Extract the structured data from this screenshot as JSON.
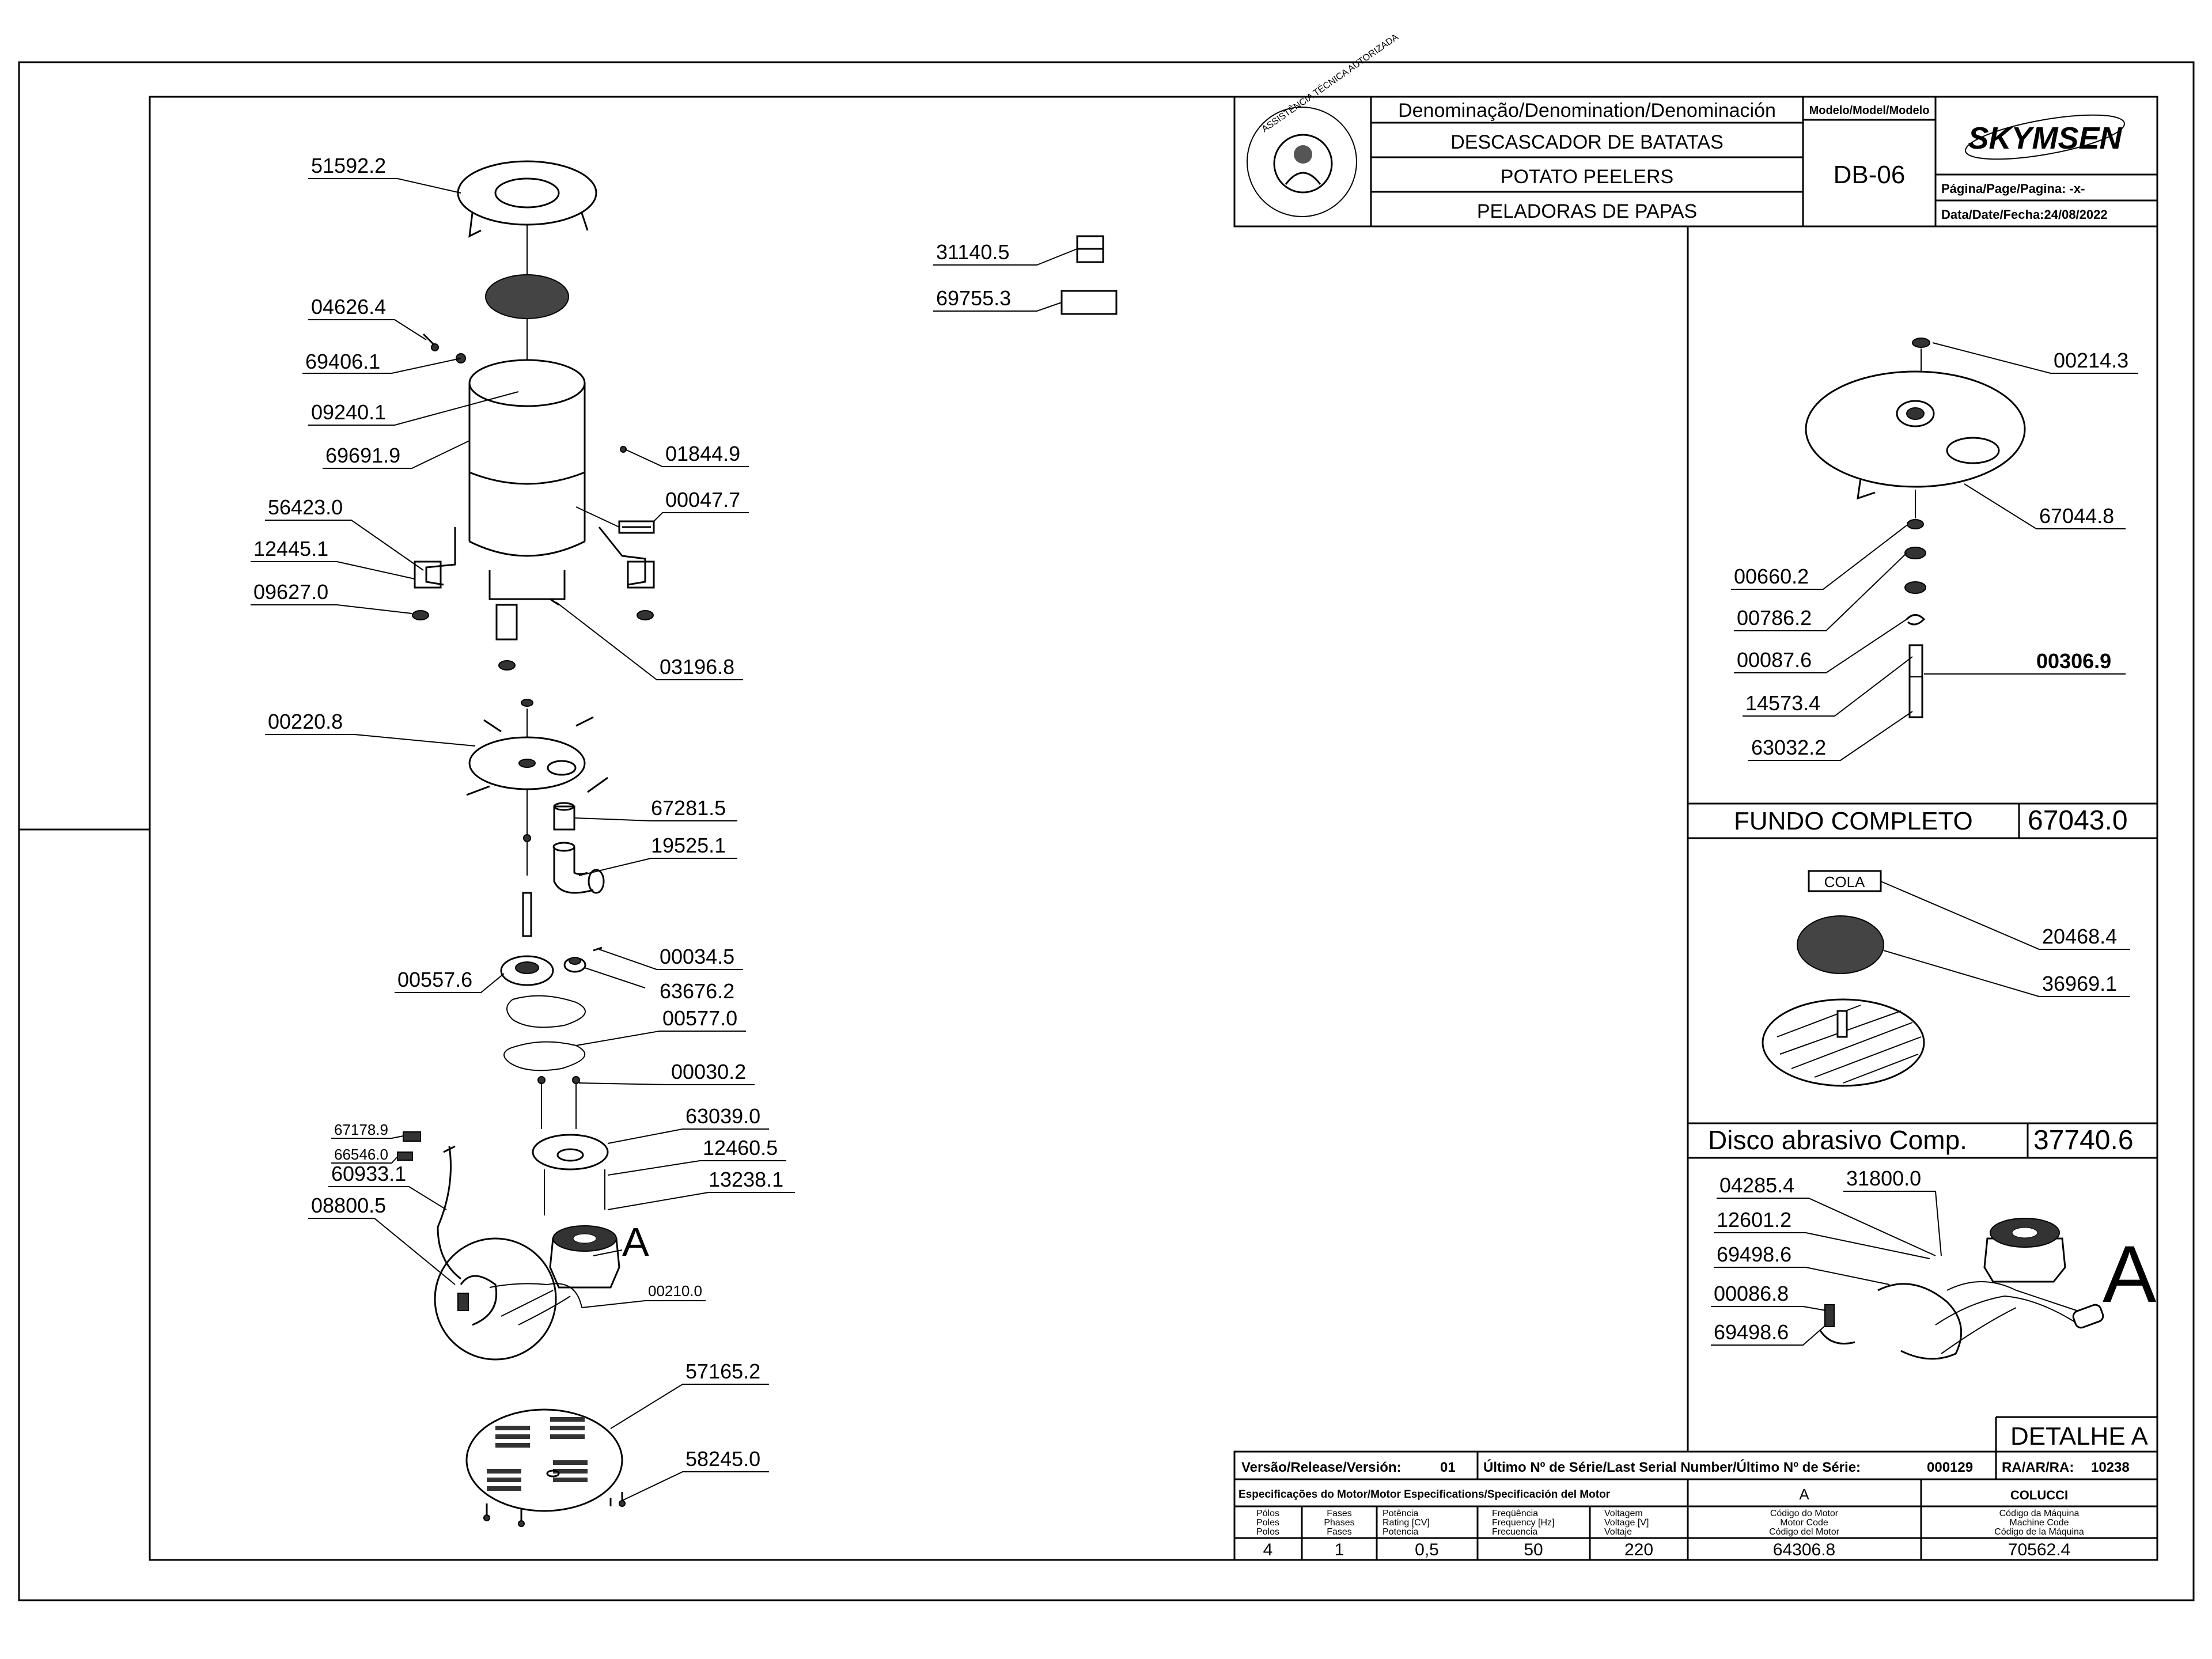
{
  "title_block": {
    "denomination_header": "Denominação/Denomination/Denominación",
    "name_pt": "DESCASCADOR DE BATATAS",
    "name_en": "POTATO PEELERS",
    "name_es": "PELADORAS DE PAPAS",
    "model_header": "Modelo/Model/Modelo",
    "model": "DB-06",
    "brand": "SKYMSEN",
    "page_label": "Página/Page/Pagina: -x-",
    "date_label": "Data/Date/Fecha:24/08/2022",
    "seal_text": "ASSISTÊNCIA TÉCNICA AUTORIZADA"
  },
  "parts_main": [
    "51592.2",
    "04626.4",
    "69406.1",
    "09240.1",
    "69691.9",
    "01844.9",
    "00047.7",
    "56423.0",
    "12445.1",
    "09627.0",
    "03196.8",
    "00220.8",
    "67281.5",
    "19525.1",
    "00557.6",
    "00034.5",
    "63676.2",
    "00577.0",
    "00030.2",
    "63039.0",
    "12460.5",
    "13238.1",
    "67178.9",
    "66546.0",
    "60933.1",
    "08800.5",
    "00210.0",
    "57165.2",
    "58245.0"
  ],
  "motor_marker": "A",
  "loose_parts": [
    "31140.5",
    "69755.3"
  ],
  "fundo": {
    "parts": [
      "00214.3",
      "67044.8",
      "00660.2",
      "00786.2",
      "00087.6",
      "00306.9",
      "14573.4",
      "63032.2"
    ],
    "title": "FUNDO COMPLETO",
    "code": "67043.0"
  },
  "disco": {
    "cola_label": "COLA",
    "parts": [
      "20468.4",
      "36969.1"
    ],
    "title": "Disco abrasivo Comp.",
    "code": "37740.6"
  },
  "detalhe": {
    "parts": [
      "04285.4",
      "31800.0",
      "12601.2",
      "69498.6",
      "00086.8",
      "69498.6"
    ],
    "marker": "A",
    "title": "DETALHE A"
  },
  "bottom": {
    "version_label": "Versão/Release/Versión:",
    "version": "01",
    "serial_label": "Último Nº de Série/Last Serial Number/Último Nº de Série:",
    "serial": "000129",
    "ra_label": "RA/AR/RA:",
    "ra": "10238",
    "motor_spec_label": "Especificações do Motor/Motor Especifications/Specificación del Motor",
    "motor_col": "A",
    "maker": "COLUCCI",
    "headers": [
      [
        "Pólos",
        "Poles",
        "Polos"
      ],
      [
        "Fases",
        "Phases",
        "Fases"
      ],
      [
        "Potência",
        "Rating [CV]",
        "Potencia"
      ],
      [
        "Freqüência",
        "Frequency [Hz]",
        "Frecuencia"
      ],
      [
        "Voltagem",
        "Voltage [V]",
        "Voltaje"
      ],
      [
        "Código do Motor",
        "Motor Code",
        "Código del Motor"
      ],
      [
        "Código da Máquina",
        "Machine Code",
        "Código de la Máquina"
      ]
    ],
    "values": [
      "4",
      "1",
      "0,5",
      "50",
      "220",
      "64306.8",
      "70562.4"
    ]
  }
}
